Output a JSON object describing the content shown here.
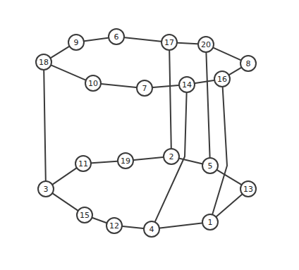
{
  "diagram": {
    "nodes": [
      {
        "text": [
          "18"
        ]
      },
      {
        "text": [
          "9"
        ]
      },
      {
        "text": [
          "6"
        ]
      },
      {
        "text": [
          "17"
        ]
      },
      {
        "text": [
          "20"
        ]
      },
      {
        "text": [
          "8"
        ]
      },
      {
        "text": [
          "10"
        ]
      },
      {
        "text": [
          "7"
        ]
      },
      {
        "text": [
          "14"
        ]
      },
      {
        "text": [
          "16"
        ]
      },
      {
        "text": [
          "3"
        ]
      },
      {
        "text": [
          "11"
        ]
      },
      {
        "text": [
          "19"
        ]
      },
      {
        "text": [
          "2"
        ]
      },
      {
        "text": [
          "5"
        ]
      },
      {
        "text": [
          "13"
        ]
      },
      {
        "text": [
          "15"
        ]
      },
      {
        "text": [
          "12"
        ]
      },
      {
        "text": [
          "4"
        ]
      },
      {
        "text": [
          "1"
        ]
      }
    ],
    "edges": [
      {
        "from": 0,
        "to": 1,
        "arrow": "none"
      },
      {
        "from": 1,
        "to": 2,
        "arrow": "none"
      },
      {
        "from": 2,
        "to": 3,
        "arrow": "none"
      },
      {
        "from": 3,
        "to": 4,
        "arrow": "none"
      },
      {
        "from": 4,
        "to": 5,
        "arrow": "none"
      },
      {
        "from": 5,
        "to": 9,
        "arrow": "none"
      },
      {
        "from": 9,
        "to": 8,
        "arrow": "none"
      },
      {
        "from": 8,
        "to": 7,
        "arrow": "none"
      },
      {
        "from": 7,
        "to": 6,
        "arrow": "none"
      },
      {
        "from": 6,
        "to": 0,
        "arrow": "none"
      },
      {
        "from": 10,
        "to": 11,
        "arrow": "none"
      },
      {
        "from": 11,
        "to": 12,
        "arrow": "none"
      },
      {
        "from": 12,
        "to": 13,
        "arrow": "none"
      },
      {
        "from": 13,
        "to": 14,
        "arrow": "none"
      },
      {
        "from": 14,
        "to": 15,
        "arrow": "none"
      },
      {
        "from": 15,
        "to": 19,
        "arrow": "none"
      },
      {
        "from": 19,
        "to": 18,
        "arrow": "none"
      },
      {
        "from": 18,
        "to": 17,
        "arrow": "none"
      },
      {
        "from": 17,
        "to": 16,
        "arrow": "none"
      },
      {
        "from": 16,
        "to": 10,
        "arrow": "none"
      },
      {
        "from": 0,
        "to": 10,
        "arrow": "none"
      },
      {
        "from": 3,
        "to": 13,
        "arrow": "none"
      },
      {
        "from": 8,
        "to": 18,
        "arrow": "none"
      },
      {
        "from": 4,
        "to": 14,
        "arrow": "none"
      },
      {
        "from": 9,
        "to": 19,
        "arrow": "none"
      }
    ]
  }
}
